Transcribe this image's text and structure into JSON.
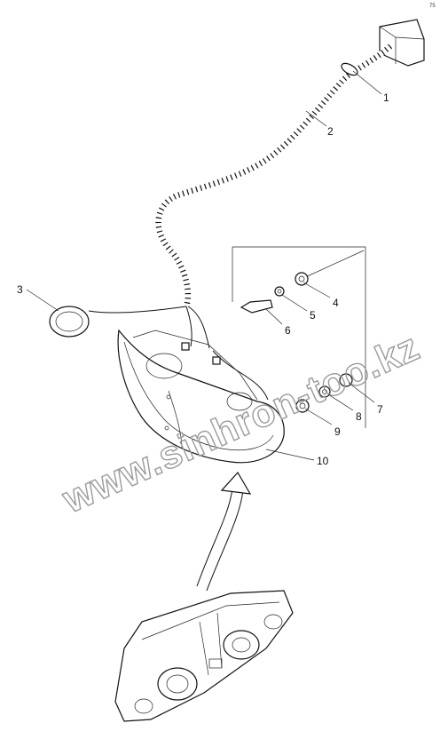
{
  "corner_mark": "75",
  "watermark": "www.sinhron-too.kz",
  "callouts": [
    "1",
    "2",
    "3",
    "4",
    "5",
    "6",
    "7",
    "8",
    "9",
    "10"
  ]
}
